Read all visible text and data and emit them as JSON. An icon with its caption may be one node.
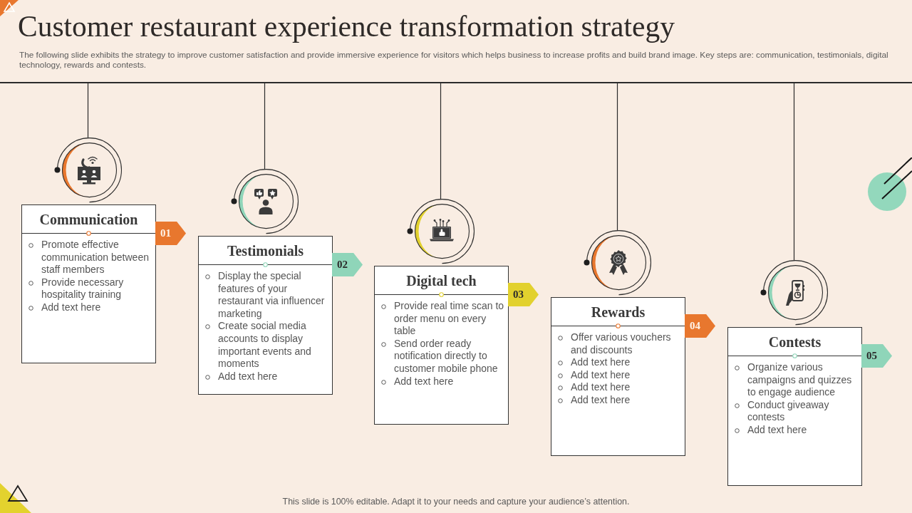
{
  "diagram": {
    "title": "Customer restaurant experience transformation strategy",
    "nodes": [
      {
        "text": [],
        "shape": "bar"
      },
      {
        "text": [],
        "shape": "circle"
      },
      {
        "text": [
          "Communication",
          "Promote effective communication between staff members",
          "Provide necessary hospitality training",
          "Add text here"
        ]
      },
      {
        "text": [
          "01"
        ]
      },
      {
        "text": [],
        "shape": "circle"
      },
      {
        "text": [
          "Testimonials",
          "Display the special features of your restaurant via influencer marketing",
          "Create social media accounts to display important events and moments",
          "Add text here"
        ]
      },
      {
        "text": [
          "02"
        ]
      },
      {
        "text": [],
        "shape": "circle"
      },
      {
        "text": [
          "Digital tech",
          "Provide real time scan to order menu on every table",
          "Send order ready notification directly to customer mobile phone",
          "Add text here"
        ]
      },
      {
        "text": [
          "03"
        ]
      },
      {
        "text": [],
        "shape": "circle"
      },
      {
        "text": [
          "Rewards",
          "Offer various vouchers and discounts",
          "Add text here",
          "Add text here",
          "Add text here",
          "Add text here"
        ]
      },
      {
        "text": [
          "04"
        ]
      },
      {
        "text": [],
        "shape": "circle"
      },
      {
        "text": [
          "Contests",
          "Organize various campaigns and quizzes to engage audience",
          "Conduct giveaway contests",
          "Add text here"
        ]
      },
      {
        "text": [
          "05"
        ]
      }
    ],
    "edges": [
      {
        "from": 0,
        "to": 1,
        "arrow": "none"
      },
      {
        "from": 0,
        "to": 4,
        "arrow": "none"
      },
      {
        "from": 0,
        "to": 7,
        "arrow": "none"
      },
      {
        "from": 0,
        "to": 10,
        "arrow": "none"
      },
      {
        "from": 0,
        "to": 13,
        "arrow": "none"
      }
    ],
    "labels": [
      "The following slide exhibits the strategy to improve customer satisfaction and provide immersive experience for visitors which helps business to increase profits and build brand image. Key steps are: communication, testimonials, digital technology, rewards and contests.",
      "This slide is 100% editable. Adapt it to your needs and capture your audience’s attention."
    ]
  }
}
